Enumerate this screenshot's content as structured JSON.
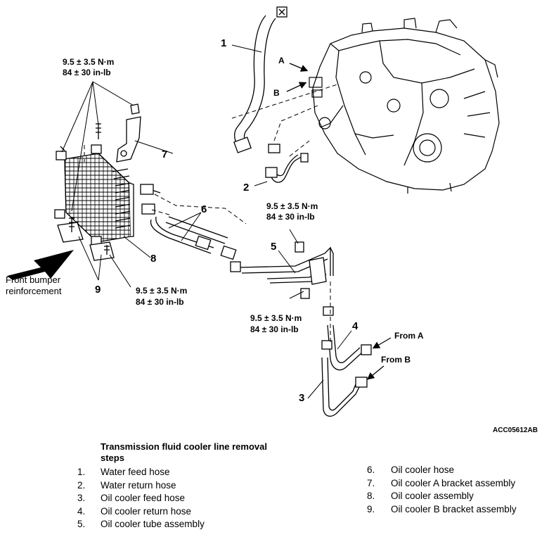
{
  "figure": {
    "callouts": {
      "c1": "1",
      "c2": "2",
      "c3": "3",
      "c4": "4",
      "c5": "5",
      "c6": "6",
      "c7": "7",
      "c8": "8",
      "c9": "9",
      "a": "A",
      "b": "B"
    },
    "torque_specs": [
      {
        "nm": "9.5 ± 3.5 N·m",
        "inlb": "84 ± 30 in-lb"
      },
      {
        "nm": "9.5 ± 3.5 N·m",
        "inlb": "84 ± 30 in-lb"
      },
      {
        "nm": "9.5 ± 3.5 N·m",
        "inlb": "84 ± 30 in-lb"
      },
      {
        "nm": "9.5 ± 3.5 N·m",
        "inlb": "84 ± 30 in-lb"
      }
    ],
    "from_a": "From A",
    "from_b": "From B",
    "front_bumper_line1": "Front bumper",
    "front_bumper_line2": "reinforcement",
    "figure_code": "ACC05612AB"
  },
  "removal_steps": {
    "title": "Transmission fluid cooler line removal steps",
    "steps": [
      {
        "no": "1.",
        "text": "Water feed hose"
      },
      {
        "no": "2.",
        "text": "Water return hose"
      },
      {
        "no": "3.",
        "text": "Oil cooler feed hose"
      },
      {
        "no": "4.",
        "text": "Oil cooler return hose"
      },
      {
        "no": "5.",
        "text": "Oil cooler tube assembly"
      },
      {
        "no": "6.",
        "text": "Oil cooler hose"
      },
      {
        "no": "7.",
        "text": "Oil cooler A bracket assembly"
      },
      {
        "no": "8.",
        "text": "Oil cooler assembly"
      },
      {
        "no": "9.",
        "text": "Oil cooler B bracket assembly"
      }
    ]
  }
}
